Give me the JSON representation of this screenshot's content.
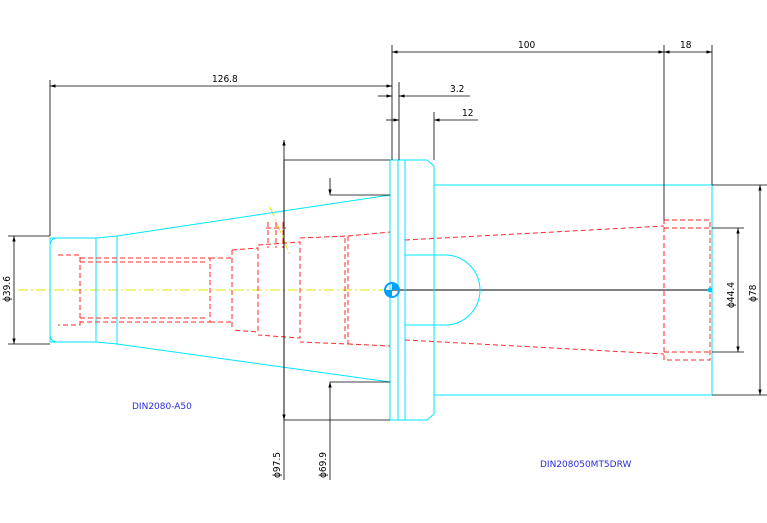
{
  "dimensions": {
    "overall_length": "126.8",
    "flange_length": "100",
    "end_width": "18",
    "flange_offset": "3.2",
    "collar_width": "12",
    "left_diameter": "ϕ39.6",
    "flange_diameter": "ϕ97.5",
    "taper_diameter": "ϕ69.9",
    "bore_diameter": "ϕ44.4",
    "body_diameter": "ϕ78"
  },
  "labels": {
    "left_part": "DIN2080-A50",
    "right_part": "DIN208050MT5DRW"
  },
  "colors": {
    "outline": "#00e5ff",
    "hidden": "#ff2a2a",
    "centerline": "#e6e600",
    "dimension": "#000000",
    "label": "#2b2bd6"
  }
}
